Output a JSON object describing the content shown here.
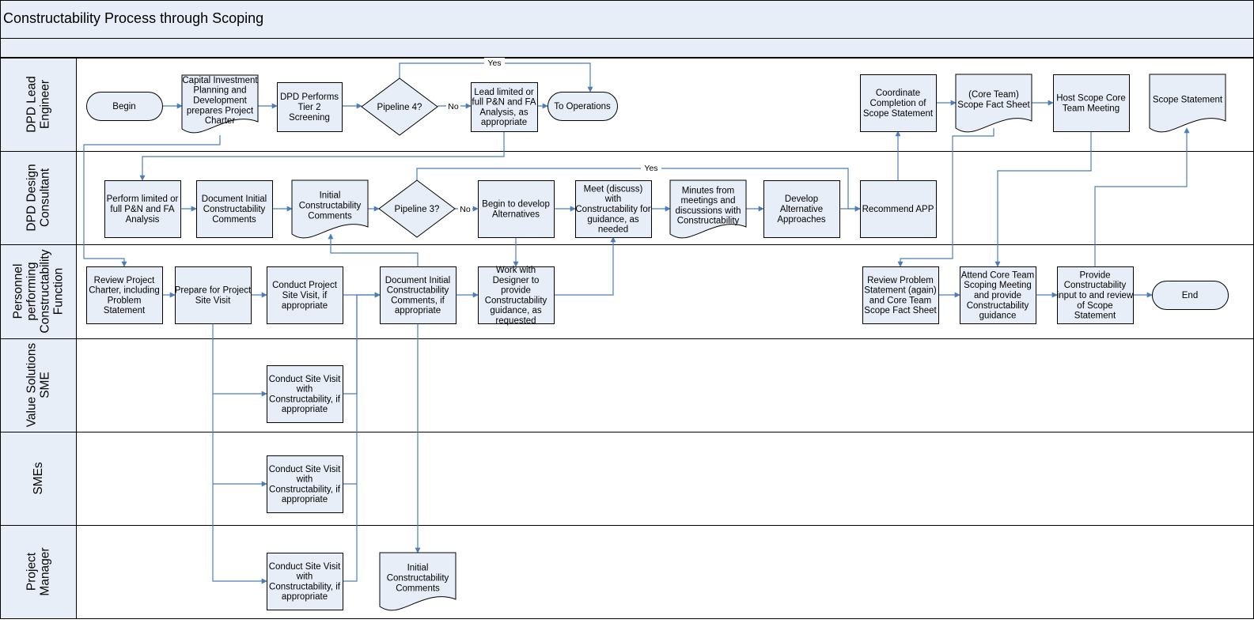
{
  "title": "Constructability Process through Scoping",
  "lanes": [
    {
      "id": "lead",
      "label": [
        "DPD Lead",
        "Engineer"
      ]
    },
    {
      "id": "design",
      "label": [
        "DPD Design",
        "Consultant"
      ]
    },
    {
      "id": "personnel",
      "label": [
        "Personnel",
        "performing",
        "Constructability",
        "Function"
      ]
    },
    {
      "id": "value",
      "label": [
        "Value Solutions",
        "SME"
      ]
    },
    {
      "id": "smes",
      "label": [
        "SMEs"
      ]
    },
    {
      "id": "pm",
      "label": [
        "Project",
        "Manager"
      ]
    }
  ],
  "nodes": [
    {
      "id": "begin",
      "shape": "terminator",
      "lines": [
        "Begin"
      ]
    },
    {
      "id": "cip",
      "shape": "document",
      "lines": [
        "Capital Investment",
        "Planning and",
        "Development",
        "prepares Project",
        "Charter"
      ]
    },
    {
      "id": "tier2",
      "shape": "process",
      "lines": [
        "DPD Performs",
        "Tier 2",
        "Screening"
      ]
    },
    {
      "id": "pipe4",
      "shape": "decision",
      "lines": [
        "Pipeline 4?"
      ]
    },
    {
      "id": "leadpn",
      "shape": "process",
      "lines": [
        "Lead limited or",
        "full P&N and FA",
        "Analysis, as",
        "appropriate"
      ]
    },
    {
      "id": "toops",
      "shape": "terminator",
      "lines": [
        "To Operations"
      ]
    },
    {
      "id": "coord",
      "shape": "process",
      "lines": [
        "Coordinate",
        "Completion of",
        "Scope Statement"
      ]
    },
    {
      "id": "factsheet",
      "shape": "document",
      "lines": [
        "(Core Team)",
        "Scope Fact Sheet"
      ]
    },
    {
      "id": "hostscope",
      "shape": "process",
      "lines": [
        "Host Scope Core",
        "Team Meeting"
      ]
    },
    {
      "id": "scopestmt",
      "shape": "document",
      "lines": [
        "Scope Statement"
      ]
    },
    {
      "id": "perfpn",
      "shape": "process",
      "lines": [
        "Perform limited or",
        "full P&N and FA",
        "Analysis"
      ]
    },
    {
      "id": "docinit1",
      "shape": "process",
      "lines": [
        "Document Initial",
        "Constructability",
        "Comments"
      ]
    },
    {
      "id": "initdoc1",
      "shape": "document",
      "lines": [
        "Initial",
        "Constructability",
        "Comments"
      ]
    },
    {
      "id": "pipe3",
      "shape": "decision",
      "lines": [
        "Pipeline 3?"
      ]
    },
    {
      "id": "beginalt",
      "shape": "process",
      "lines": [
        "Begin to develop",
        "Alternatives"
      ]
    },
    {
      "id": "meet",
      "shape": "process",
      "lines": [
        "Meet (discuss)",
        "with",
        "Constructability for",
        "guidance, as",
        "needed"
      ]
    },
    {
      "id": "minutes",
      "shape": "document",
      "lines": [
        "Minutes from",
        "meetings and",
        "discussions with",
        "Constructability"
      ]
    },
    {
      "id": "devalt",
      "shape": "process",
      "lines": [
        "Develop",
        "Alternative",
        "Approaches"
      ]
    },
    {
      "id": "recapp",
      "shape": "process",
      "lines": [
        "Recommend APP"
      ]
    },
    {
      "id": "reviewcharter",
      "shape": "process",
      "lines": [
        "Review Project",
        "Charter, including",
        "Problem",
        "Statement"
      ]
    },
    {
      "id": "prepsite",
      "shape": "process",
      "lines": [
        "Prepare for Project",
        "Site Visit"
      ]
    },
    {
      "id": "conductsite",
      "shape": "process",
      "lines": [
        "Conduct Project",
        "Site Visit, if",
        "appropriate"
      ]
    },
    {
      "id": "docinit2",
      "shape": "process",
      "lines": [
        "Document Initial",
        "Constructability",
        "Comments, if",
        "appropriate"
      ]
    },
    {
      "id": "workdesigner",
      "shape": "process",
      "lines": [
        "Work with",
        "Designer to",
        "provide",
        "Constructability",
        "guidance, as",
        "requested"
      ]
    },
    {
      "id": "reviewprob",
      "shape": "process",
      "lines": [
        "Review Problem",
        "Statement (again)",
        "and Core Team",
        "Scope Fact Sheet"
      ]
    },
    {
      "id": "attendcore",
      "shape": "process",
      "lines": [
        "Attend Core Team",
        "Scoping Meeting",
        "and provide",
        "Constructability",
        "guidance"
      ]
    },
    {
      "id": "provideinput",
      "shape": "process",
      "lines": [
        "Provide",
        "Constructability",
        "input to and review",
        "of Scope",
        "Statement"
      ]
    },
    {
      "id": "end",
      "shape": "terminator",
      "lines": [
        "End"
      ]
    },
    {
      "id": "vssite",
      "shape": "process",
      "lines": [
        "Conduct Site Visit",
        "with",
        "Constructability, if",
        "appropriate"
      ]
    },
    {
      "id": "smesite",
      "shape": "process",
      "lines": [
        "Conduct Site Visit",
        "with",
        "Constructability, if",
        "appropriate"
      ]
    },
    {
      "id": "pmsite",
      "shape": "process",
      "lines": [
        "Conduct Site Visit",
        "with",
        "Constructability, if",
        "appropriate"
      ]
    },
    {
      "id": "initdoc2",
      "shape": "document",
      "lines": [
        "Initial",
        "Constructability",
        "Comments"
      ]
    }
  ],
  "connector_labels": {
    "yes_top": "Yes",
    "no_pipe4": "No",
    "yes_mid": "Yes",
    "no_pipe3": "No"
  },
  "colors": {
    "border": "#000000",
    "fill": "#e8eef7",
    "connector": "#4a7ebb",
    "header_fill": "#e8eef7"
  }
}
